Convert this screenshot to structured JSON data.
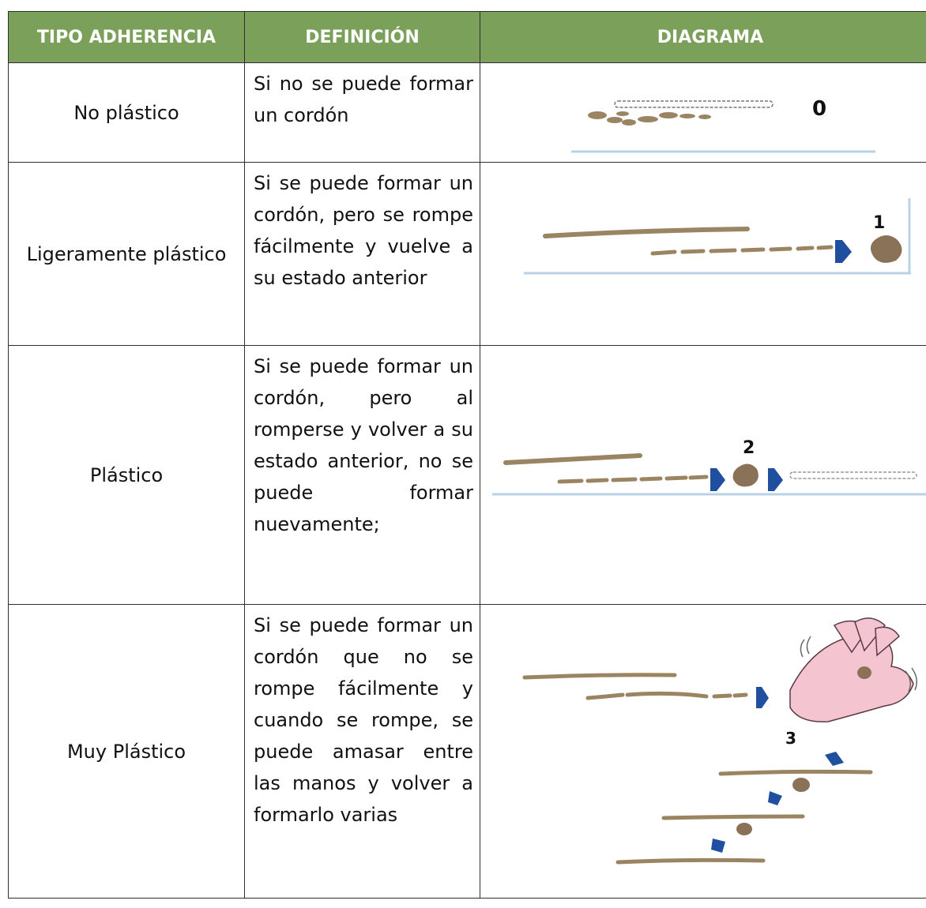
{
  "header": {
    "col_type": "TIPO ADHERENCIA",
    "col_definition": "DEFINICIÓN",
    "col_diagram": "DIAGRAMA"
  },
  "rows": [
    {
      "type": "No plástico",
      "definition": "Si no se puede formar un cordón",
      "diagram_label": "0"
    },
    {
      "type": "Ligeramente plástico",
      "definition": "Si se puede formar un cordón, pero se rompe fácilmente y vuelve a su estado anterior",
      "diagram_label": "1"
    },
    {
      "type": "Plástico",
      "definition": "Si se puede formar un cordón, pero al romperse y volver a su estado anterior, no se puede formar nuevamente;",
      "diagram_label": "2"
    },
    {
      "type": "Muy Plástico",
      "definition": "Si se puede formar un cordón que no se rompe fácilmente y cuando se rompe, se puede amasar entre las manos y volver a formarlo varias",
      "diagram_label": "3"
    }
  ],
  "colors": {
    "header_bg": "#7aa05a",
    "soil": "#9b8462",
    "arrow": "#1f4f9e",
    "baseline": "#b8d3e6",
    "hand": "#f4c4d0"
  },
  "icons": [
    "soil-rod-icon",
    "soil-ball-icon",
    "blue-arrow-icon",
    "hands-icon"
  ]
}
